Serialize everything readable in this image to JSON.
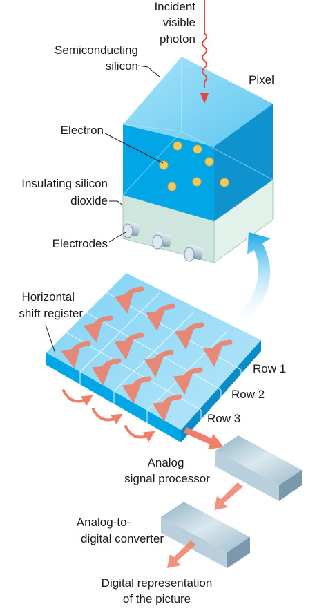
{
  "labels": {
    "incident_line1": "Incident",
    "incident_line2": "visible",
    "incident_line3": "photon",
    "semi_line1": "Semiconducting",
    "semi_line2": "silicon",
    "pixel": "Pixel",
    "electron": "Electron",
    "insulating_line1": "Insulating silicon",
    "insulating_line2": "dioxide",
    "electrodes": "Electrodes",
    "hsr_line1": "Horizontal",
    "hsr_line2": "shift register",
    "row1": "Row 1",
    "row2": "Row 2",
    "row3": "Row 3",
    "asp_line1": "Analog",
    "asp_line2": "signal processor",
    "adc_line1": "Analog-to-",
    "adc_line2": "digital converter",
    "digital_line1": "Digital representation",
    "digital_line2": "of the picture"
  },
  "colors": {
    "silicon_front": "#00a6e6",
    "silicon_top": "#8ad8f6",
    "silicon_side": "#0093d3",
    "oxide": "#d6ece4",
    "arrow": "#f07f6a",
    "photon": "#e8473b",
    "electron": "#f4c95a",
    "box_grey": "#a9c3d1"
  }
}
